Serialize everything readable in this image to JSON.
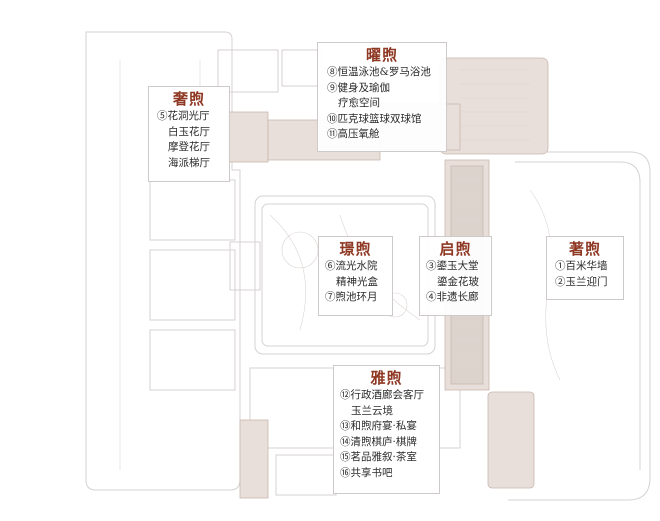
{
  "zones": {
    "yao": {
      "title": "曜煦",
      "items": [
        "⑧恒温泳池&罗马浴池",
        "⑨健身及瑜伽",
        "疗愈空间",
        "⑩匹克球篮球双球馆",
        "⑪高压氧舱"
      ]
    },
    "she": {
      "title": "奢煦",
      "items": [
        "⑤花洞光厅",
        "白玉花厅",
        "摩登花厅",
        "海派梯厅"
      ]
    },
    "jing": {
      "title": "璟煦",
      "items": [
        "⑥流光水院",
        "精神光盒",
        "⑦煦池环月"
      ]
    },
    "qi": {
      "title": "启煦",
      "items": [
        "③鎏玉大堂",
        "鎏金花玻",
        "④非遗长廊"
      ]
    },
    "zhu": {
      "title": "著煦",
      "items": [
        "①百米华墙",
        "②玉兰迎门"
      ]
    },
    "ya": {
      "title": "雅煦",
      "items": [
        "⑫行政酒廊会客厅",
        "玉兰云境",
        "⑬和煦府宴·私宴",
        "⑭清煦棋庐·棋牌",
        "⑮茗品雅叙·茶室",
        "⑯共享书吧"
      ]
    }
  },
  "colors": {
    "title": "#8e3823",
    "line": "#cfcaca",
    "wall": "#d8d4d2",
    "floor_tan": "#e6ddd8",
    "accent_tan": "#c9b7ae"
  }
}
